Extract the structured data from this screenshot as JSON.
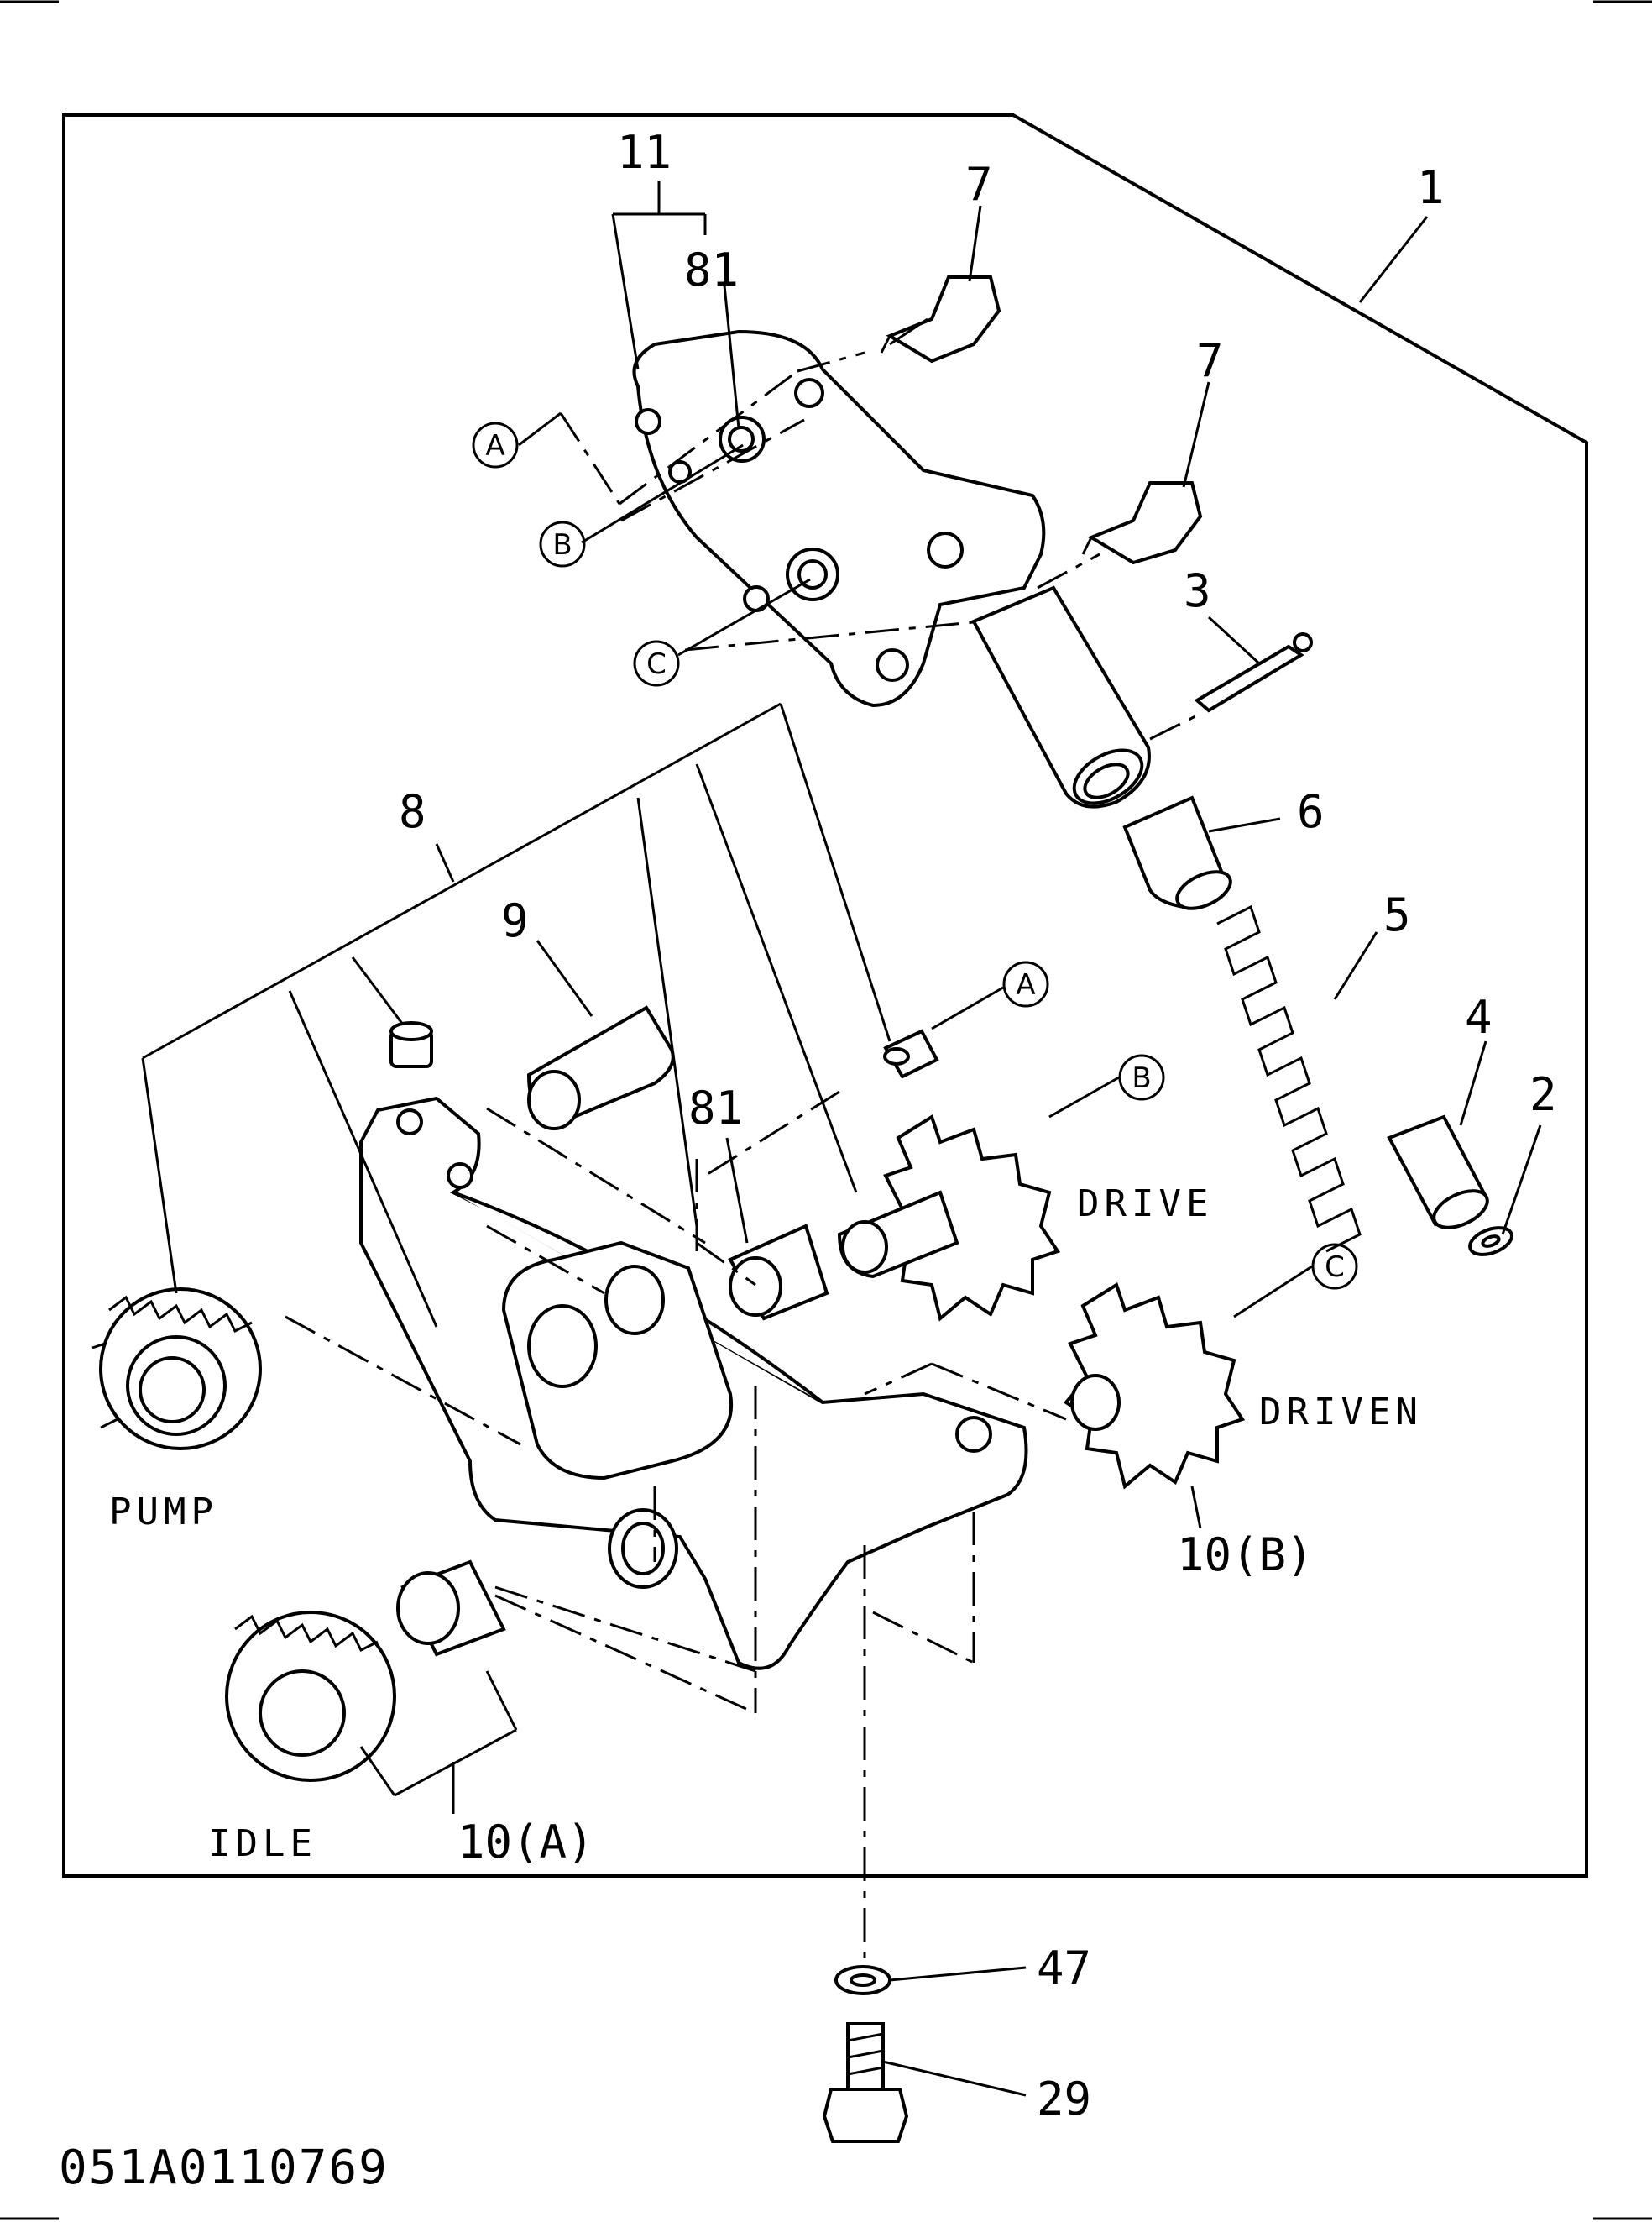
{
  "labels": {
    "assembly": "1",
    "part_2": "2",
    "part_3": "3",
    "part_4": "4",
    "part_5": "5",
    "part_6": "6",
    "part_7a": "7",
    "part_7b": "7",
    "part_8": "8",
    "part_9": "9",
    "part_10a": "10(A)",
    "part_10b": "10(B)",
    "part_11": "11",
    "part_29": "29",
    "part_47": "47",
    "part_81a": "81",
    "part_81b": "81"
  },
  "callouts": {
    "a1": "A",
    "b1": "B",
    "c1": "C",
    "a2": "A",
    "b2": "B",
    "c2": "C"
  },
  "gear_names": {
    "pump": "PUMP",
    "idle": "IDLE",
    "drive": "DRIVE",
    "driven": "DRIVEN"
  },
  "drawing_code": "051A0110769"
}
